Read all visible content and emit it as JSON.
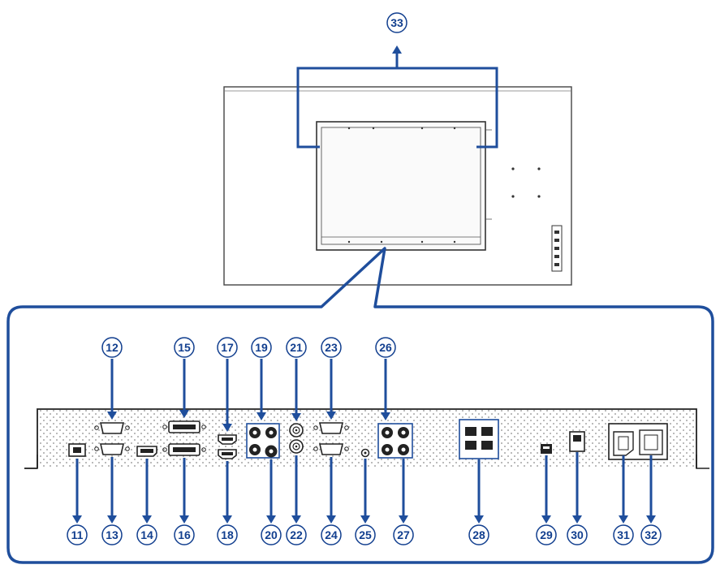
{
  "labels": {
    "n11": "11",
    "n12": "12",
    "n13": "13",
    "n14": "14",
    "n15": "15",
    "n16": "16",
    "n17": "17",
    "n18": "18",
    "n19": "19",
    "n20": "20",
    "n21": "21",
    "n22": "22",
    "n23": "23",
    "n24": "24",
    "n25": "25",
    "n26": "26",
    "n27": "27",
    "n28": "28",
    "n29": "29",
    "n30": "30",
    "n31": "31",
    "n32": "32",
    "n33": "33"
  },
  "colors": {
    "accent": "#1f4e9c",
    "label": "#123f8f",
    "line": "#333333",
    "panel": "#f3f3f3"
  }
}
